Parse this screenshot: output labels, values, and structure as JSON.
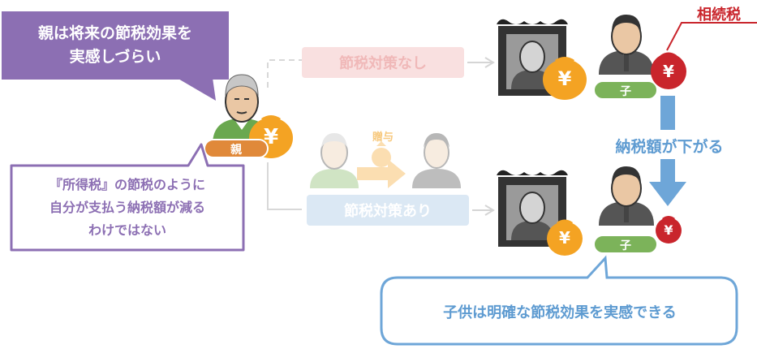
{
  "callout_parent": {
    "line1": "親は将来の節税効果を",
    "line2": "実感しづらい"
  },
  "callout_tax": {
    "line1": "『所得税』の節税のように",
    "line2": "自分が支払う納税額が減る",
    "line3": "わけではない"
  },
  "callout_child": {
    "text": "子供は明確な節税効果を実感できる"
  },
  "labels": {
    "parent": "親",
    "child_top": "子",
    "child_bottom": "子",
    "no_measure": "節税対策なし",
    "with_measure": "節税対策あり",
    "gift": "贈与",
    "inheritance_tax": "相続税",
    "tax_decrease": "納税額が下がる",
    "yen": "¥"
  },
  "colors": {
    "purple": "#8c6fb3",
    "blue": "#6ea6d8",
    "orange": "#f4a323",
    "red": "#c9252c",
    "green": "#7cb35a",
    "parent_tag": "#e0893a"
  }
}
